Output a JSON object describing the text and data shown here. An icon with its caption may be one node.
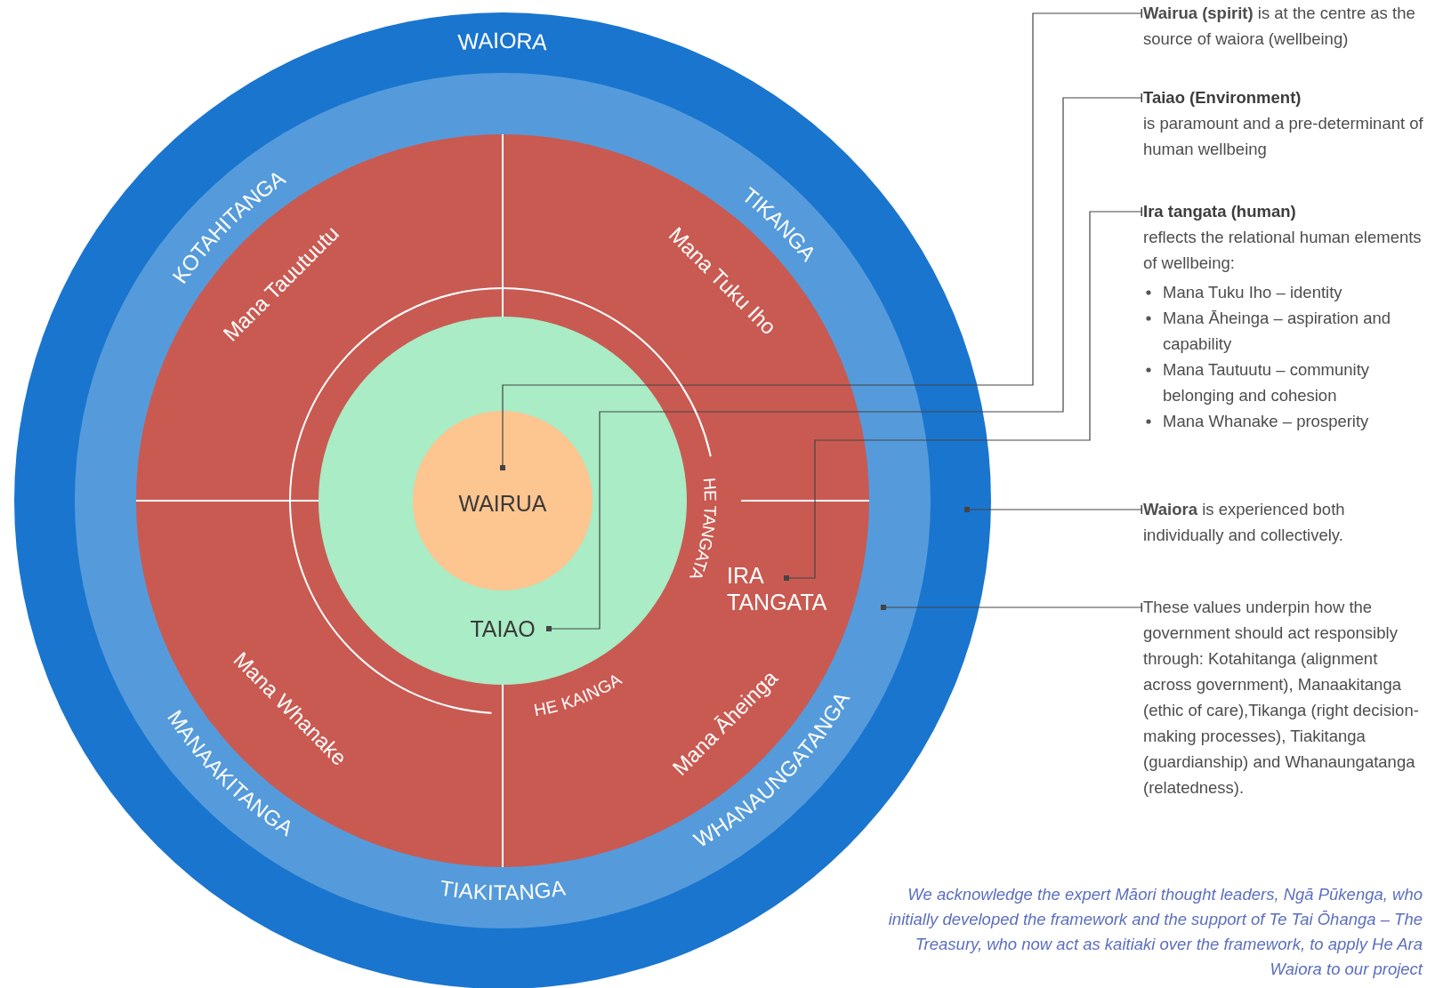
{
  "diagram": {
    "caption": "We acknowledge the expert Māori thought leaders, Ngā Pūkenga, who initially developed the framework and the support of Te Tai Ōhanga – The Treasury, who now act as kaitiaki over the framework, to apply He Ara Waiora to our project",
    "nodes": [
      {
        "text": [
          "WAIORA"
        ]
      },
      {
        "text": [],
        "shape": "circle",
        "in": 0
      },
      {
        "text": [
          "Mana Tauutuutu",
          "Mana Tuku Iho",
          "IRA TANGATA",
          "Mana Whanake",
          "Mana Āheinga"
        ],
        "in": 1
      },
      {
        "text": [
          "HE TANGATA",
          "HE KAINGA"
        ],
        "in": 2
      },
      {
        "text": [
          "TAIAO"
        ],
        "in": 3
      },
      {
        "text": [
          "WAIRUA"
        ],
        "in": 4
      },
      {
        "text": [
          "**Wairua (spirit)** is at the centre as the source of waiora (wellbeing)"
        ]
      },
      {
        "text": [
          "Taiao (Environment)",
          "is paramount and a pre-determinant of human wellbeing"
        ]
      },
      {
        "text": [
          "Ira tangata (human)",
          "reflects the relational human elements of wellbeing:",
          "Mana Tuku Iho – identity",
          "Mana Āheinga – aspiration and capability",
          "Mana Tautuutu – community belonging and cohesion",
          "Mana Whanake – prosperity"
        ]
      },
      {
        "text": [
          "**Waiora** is experienced both individually and collectively."
        ]
      },
      {
        "text": [
          "These values underpin how the government should act responsibly through: Kotahitanga (alignment across government), Manaakitanga (ethic of care),Tikanga (right decision-making processes), Tiakitanga (guardianship) and Whanaungatanga (relatedness)."
        ]
      }
    ],
    "edges": [
      {
        "from": 6,
        "to": 5,
        "arrow": "other"
      },
      {
        "from": 7,
        "to": 4,
        "arrow": "other"
      },
      {
        "from": 8,
        "to": 2,
        "arrow": "other"
      },
      {
        "from": 9,
        "to": 0,
        "arrow": "other"
      },
      {
        "from": 10,
        "to": 1,
        "arrow": "other"
      }
    ],
    "labels": [
      "KOTAHITANGA",
      "TIKANGA",
      "WHANAUNGATANGA",
      "TIAKITANGA",
      "MANAAKITANGA"
    ]
  }
}
